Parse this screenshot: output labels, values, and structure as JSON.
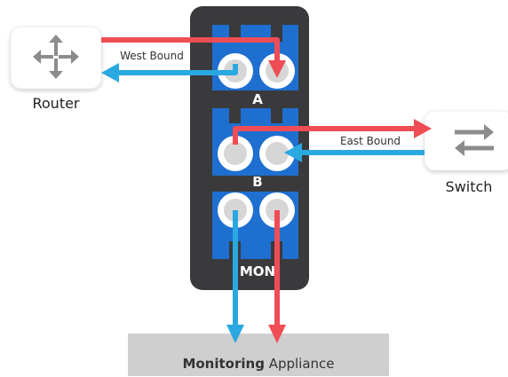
{
  "devices": {
    "router": {
      "label": "Router",
      "icon": "router-icon"
    },
    "switch": {
      "label": "Switch",
      "icon": "switch-icon"
    }
  },
  "tap": {
    "ports": [
      {
        "id": "A",
        "label": "A"
      },
      {
        "id": "B",
        "label": "B"
      },
      {
        "id": "MON",
        "label": "MON"
      }
    ]
  },
  "flows": {
    "west": {
      "label": "West Bound",
      "color": "#2aa8e0"
    },
    "east": {
      "label": "East Bound",
      "color": "#ef4d55"
    }
  },
  "appliance": {
    "bold": "Monitoring",
    "rest": " Appliance"
  },
  "colors": {
    "tap_body": "#3a3a3c",
    "port_blue": "#1e6fd0",
    "appliance_bg": "#cfcfcf",
    "icon_gray": "#8c8c8c"
  }
}
